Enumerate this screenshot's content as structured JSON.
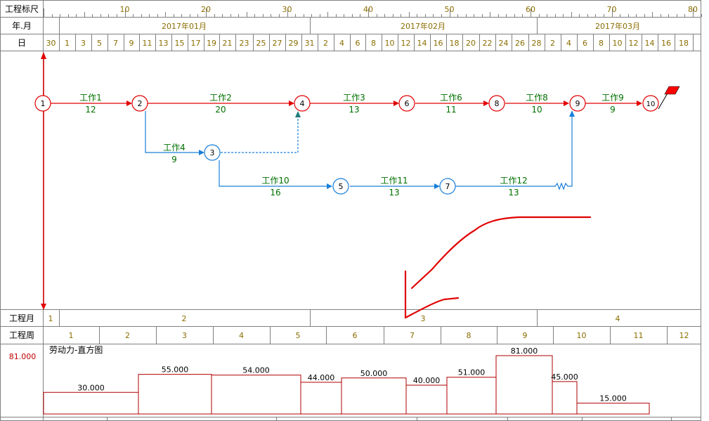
{
  "row_labels": {
    "scale": "工程标尺",
    "year_month": "年.月",
    "day": "日",
    "proj_month": "工程月",
    "proj_week": "工程周"
  },
  "scale_ticks": [
    "10",
    "20",
    "30",
    "40",
    "50",
    "60",
    "70",
    "80"
  ],
  "months": [
    "2017年01月",
    "2017年02月",
    "2017年03月"
  ],
  "days": [
    "30",
    "1",
    "3",
    "5",
    "7",
    "9",
    "11",
    "13",
    "15",
    "17",
    "19",
    "21",
    "23",
    "25",
    "27",
    "29",
    "31",
    "2",
    "4",
    "6",
    "8",
    "10",
    "12",
    "14",
    "16",
    "18",
    "20",
    "22",
    "24",
    "26",
    "28",
    "2",
    "4",
    "6",
    "8",
    "10",
    "12",
    "14",
    "16",
    "18"
  ],
  "project_months": [
    "1",
    "2",
    "3",
    "4"
  ],
  "project_weeks": [
    "1",
    "2",
    "3",
    "4",
    "5",
    "6",
    "7",
    "8",
    "9",
    "10",
    "11",
    "12"
  ],
  "nodes": [
    "1",
    "2",
    "3",
    "4",
    "5",
    "6",
    "7",
    "8",
    "9",
    "10"
  ],
  "tasks": [
    {
      "name": "工作1",
      "duration": "12"
    },
    {
      "name": "工作2",
      "duration": "20"
    },
    {
      "name": "工作3",
      "duration": "13"
    },
    {
      "name": "工作6",
      "duration": "11"
    },
    {
      "name": "工作8",
      "duration": "10"
    },
    {
      "name": "工作9",
      "duration": "9"
    },
    {
      "name": "工作4",
      "duration": "9"
    },
    {
      "name": "工作10",
      "duration": "16"
    },
    {
      "name": "工作11",
      "duration": "13"
    },
    {
      "name": "工作12",
      "duration": "13"
    }
  ],
  "histogram": {
    "title": "劳动力-直方图",
    "max_label": "81.000",
    "values": [
      "30.000",
      "55.000",
      "54.000",
      "44.000",
      "50.000",
      "40.000",
      "51.000",
      "81.000",
      "45.000",
      "15.000"
    ]
  },
  "colors": {
    "critical": "#e00000",
    "noncritical": "#1a7fd9",
    "task_text": "#007000",
    "header_text": "#8a6d00",
    "grid": "#808080"
  }
}
